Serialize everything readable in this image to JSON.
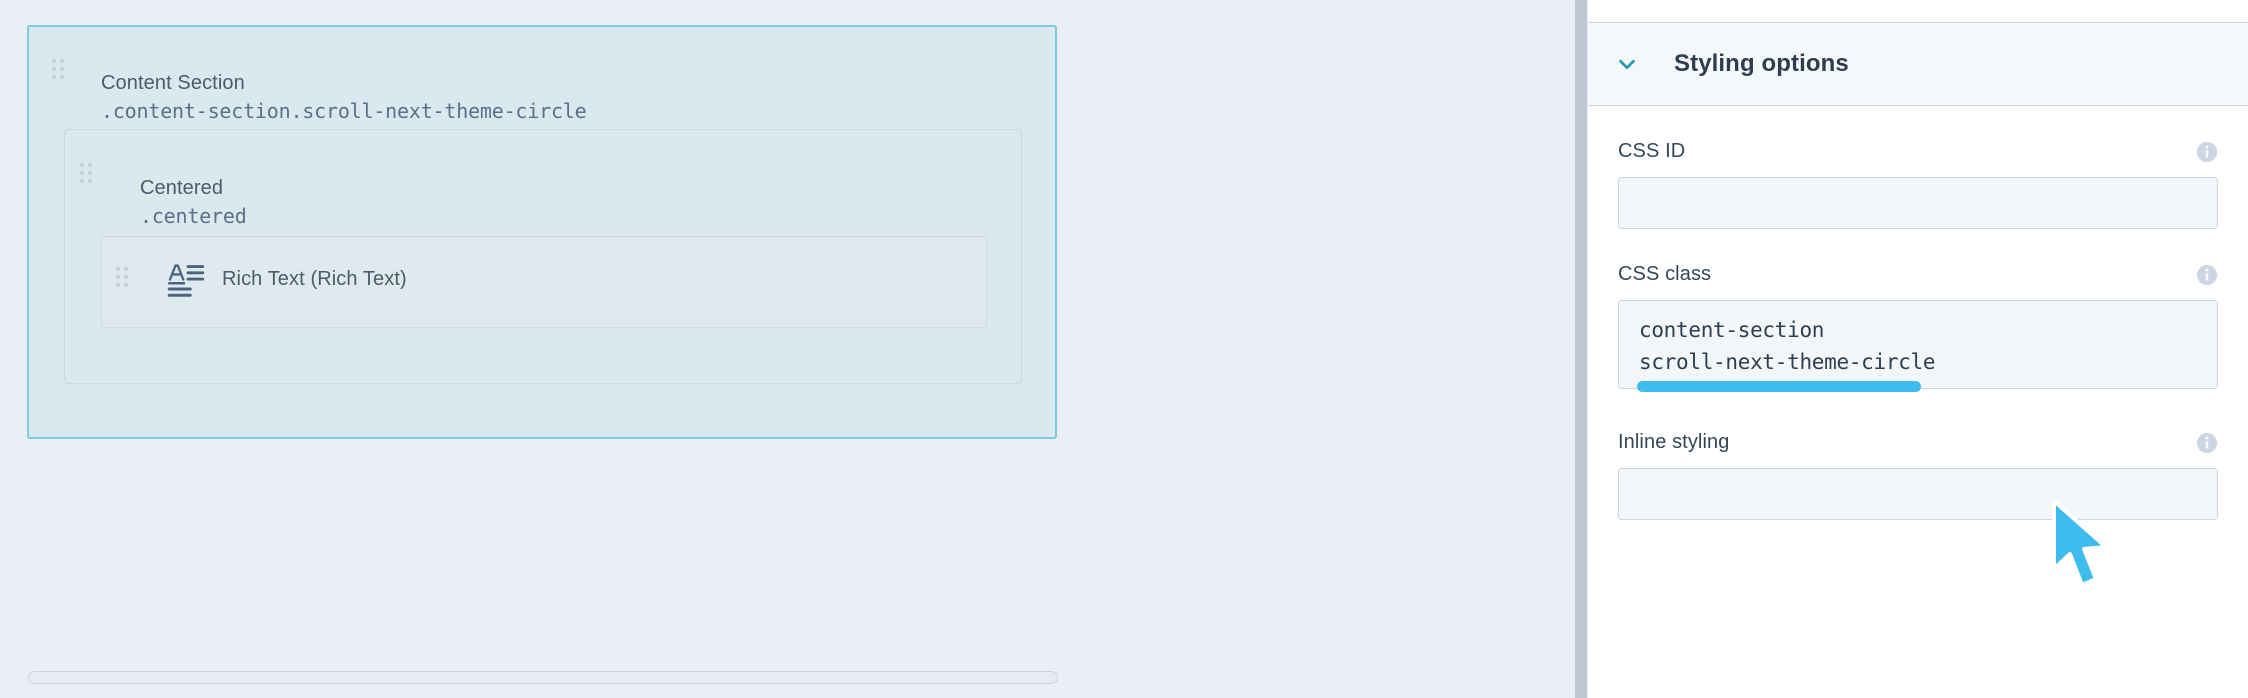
{
  "canvas": {
    "modules": [
      {
        "name": "content-section",
        "title": "Content Section",
        "selector": ".content-section.scroll-next-theme-circle",
        "selected": true
      },
      {
        "name": "centered-row",
        "title": "Centered",
        "selector": ".centered",
        "selected": false
      },
      {
        "name": "rich-text",
        "label": "Rich Text (Rich Text)",
        "icon": "rich-text-icon"
      }
    ],
    "drag_handle_icon": "drag-handle-icon",
    "horizontal_scrollbar": "horizontal-scrollbar"
  },
  "divider": {
    "vertical_scrollbar": "vertical-scrollbar"
  },
  "panel": {
    "accordion": {
      "title": "Styling options",
      "chevron_icon": "chevron-down-icon",
      "expanded": true
    },
    "fields": [
      {
        "name": "css-id",
        "label": "CSS ID",
        "value": "",
        "placeholder": "",
        "info_icon": "info-icon"
      },
      {
        "name": "css-class",
        "label": "CSS class",
        "value_lines": [
          "content-section",
          "scroll-next-theme-circle"
        ],
        "value": "content-section scroll-next-theme-circle",
        "placeholder": "",
        "info_icon": "info-icon",
        "selection_highlight": true
      },
      {
        "name": "inline-styling",
        "label": "Inline styling",
        "value": "",
        "placeholder": "",
        "info_icon": "info-icon"
      }
    ]
  },
  "cursor": {
    "name": "mouse-pointer",
    "color": "#3dbced"
  },
  "colors": {
    "canvas_bg": "#eaeef7",
    "module_selected_border": "#7ecbda",
    "module_selected_bg": "#d9e9ef",
    "accent": "#3dbced",
    "chevron": "#2c99b4",
    "text_primary": "#33475b",
    "input_bg": "#f4f7f9",
    "input_border": "#cbd6e2"
  }
}
